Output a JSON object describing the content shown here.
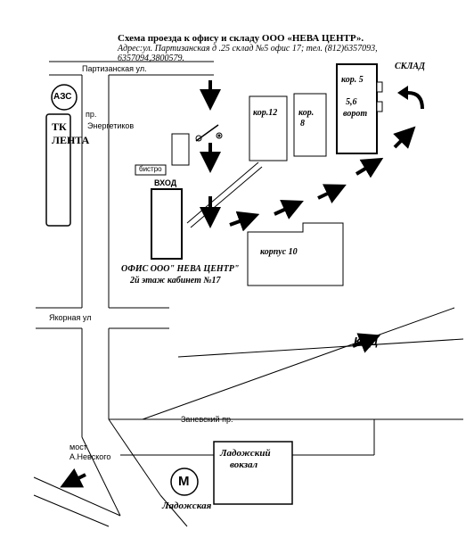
{
  "header": {
    "title": "Схема проезда к офису и складу ООО «НЕВА ЦЕНТР».",
    "address_line1": "Адрес:ул. Партизанская д .25 склад №5 офис 17; тел. (812)6357093,",
    "address_line2": "6357094,3800579."
  },
  "streets": {
    "partizanskaya": "Партизанская ул.",
    "energetikov_prefix": "пр.",
    "energetikov": "Энергетиков",
    "yakornaya": "Якорная ул",
    "zanevsky": "Заневский пр.",
    "kad": "КАД",
    "bridge_line1": "мост",
    "bridge_line2": "А.Невского"
  },
  "buildings": {
    "azs": "АЗС",
    "tk_lenta": "ТК ЛЕНТА",
    "bistro": "бистро",
    "entrance": "ВХОД",
    "office_line1": "ОФИС ООО\" НЕВА ЦЕНТР\"",
    "office_line2": "2й этаж кабинет №17",
    "korp12": "кор.12",
    "korp8_line1": "кор.",
    "korp8_line2": "8",
    "korp10": "корпус 10",
    "korp5": "кор. 5",
    "gates_line1": "5,6",
    "gates_line2": "ворот",
    "warehouse": "СКЛАД",
    "ladozhsky_line1": "Ладожский",
    "ladozhsky_line2": "вокзал",
    "metro_letter": "М",
    "metro_station": "Ладожская"
  }
}
